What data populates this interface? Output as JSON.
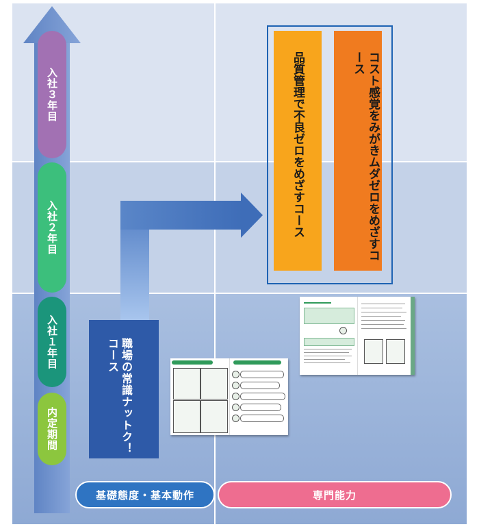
{
  "timeline": {
    "stages": [
      {
        "label": "入社３年目",
        "color": "#a271b3"
      },
      {
        "label": "入社２年目",
        "color": "#3cbf7c"
      },
      {
        "label": "入社１年目",
        "color": "#1b957b"
      },
      {
        "label": "内定期間",
        "color": "#8cc63e"
      }
    ]
  },
  "courses": {
    "basic": {
      "label": "職場の常識ナットク！コース",
      "color": "#2e5aa8"
    },
    "quality": {
      "label": "品質管理で不良ゼロをめざすコース",
      "color": "#f8a51c"
    },
    "cost": {
      "label": "コスト感覚をみがきムダゼロをめざすコース",
      "color": "#f07b1f"
    }
  },
  "categories": {
    "basic": {
      "label": "基礎態度・基本動作",
      "color": "#2f74c2"
    },
    "specialized": {
      "label": "専門能力",
      "color": "#ee6d90"
    }
  },
  "arrow_color": "#4f7cc3"
}
